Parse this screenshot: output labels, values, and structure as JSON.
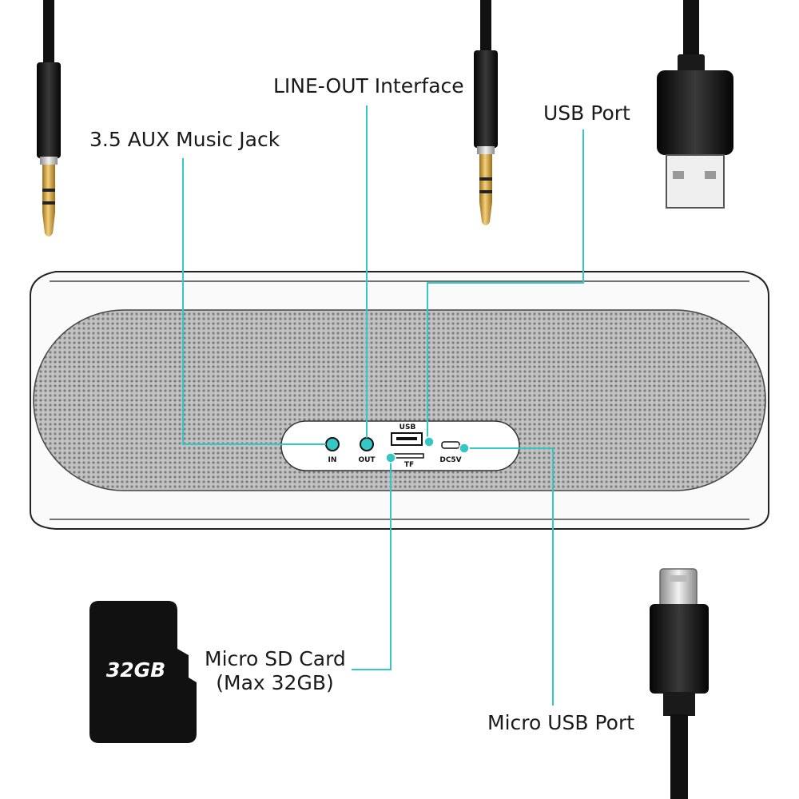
{
  "labels": {
    "aux_jack": "3.5 AUX Music Jack",
    "line_out": "LINE-OUT Interface",
    "usb_port": "USB Port",
    "micro_sd_line1": "Micro SD Card",
    "micro_sd_line2": "(Max 32GB)",
    "micro_usb_port": "Micro USB Port"
  },
  "panel": {
    "in": "IN",
    "out": "OUT",
    "usb": "USB",
    "tf": "TF",
    "dc5v": "DC5V"
  },
  "sd_card": {
    "capacity": "32GB"
  },
  "colors": {
    "callout": "#35c6c6",
    "grille": "#b8b8b8",
    "cable": "#111111",
    "gold": "#d4a54a"
  }
}
